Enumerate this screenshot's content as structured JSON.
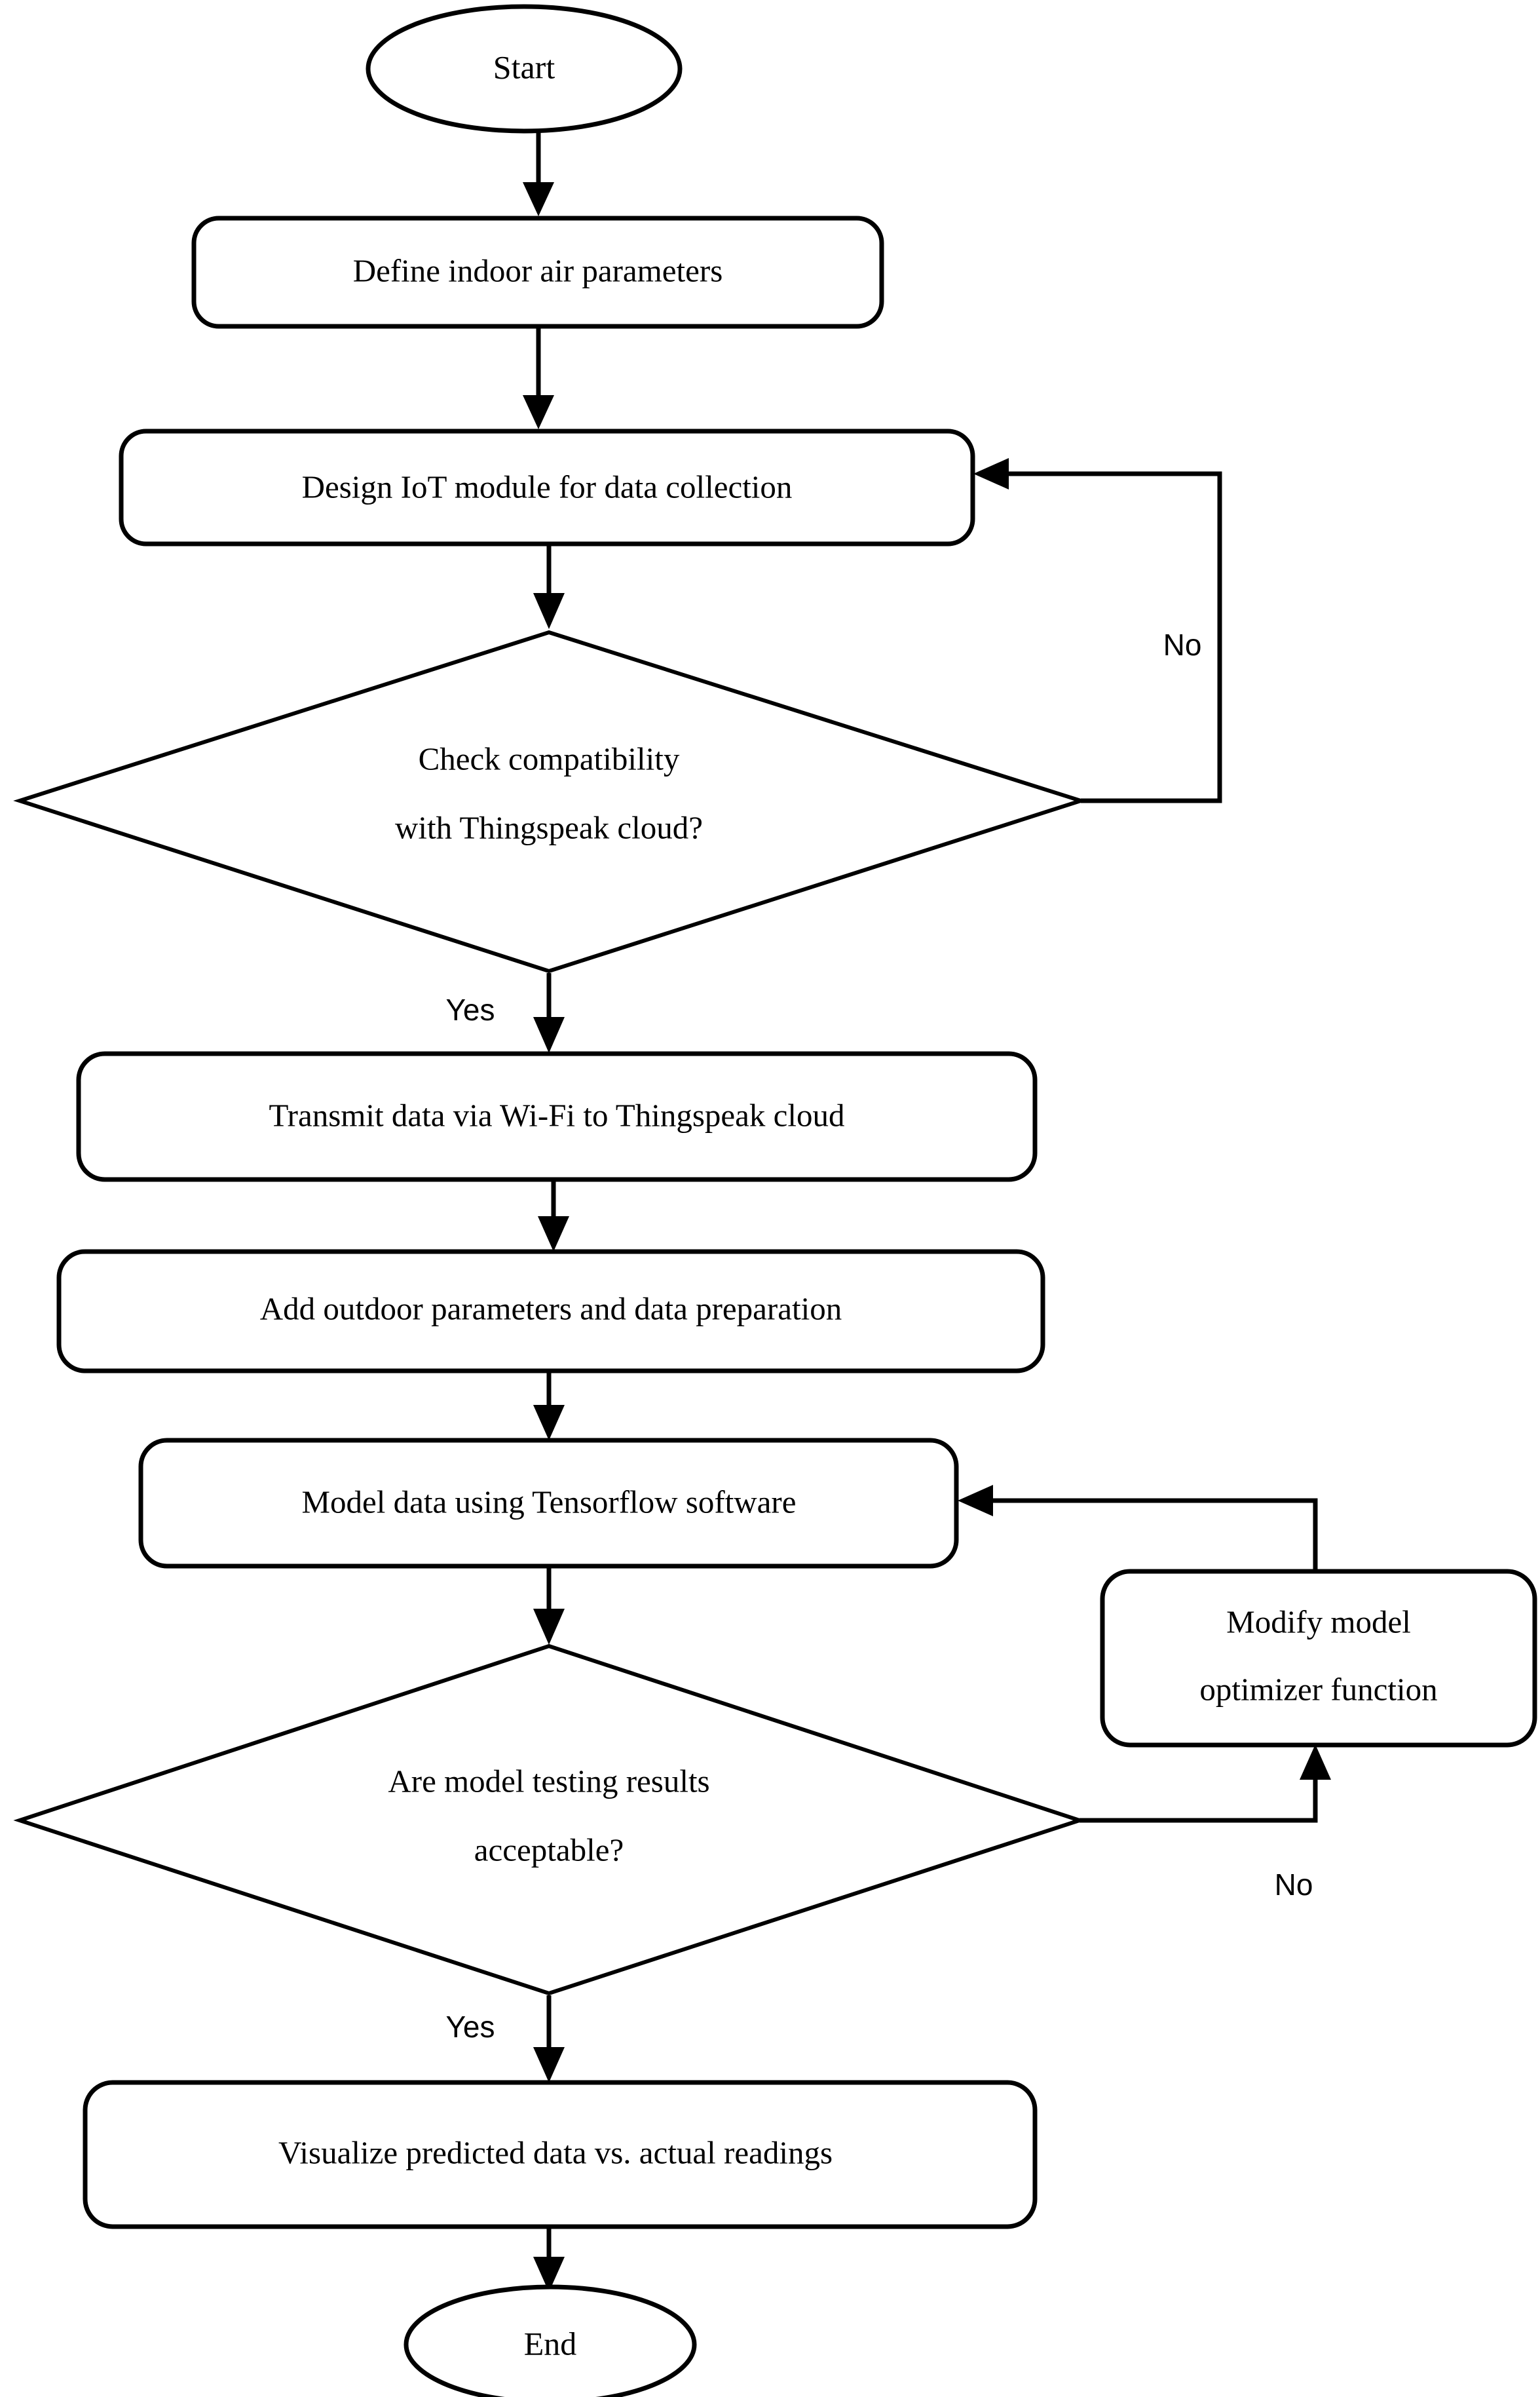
{
  "diagram": {
    "type": "flowchart",
    "orientation": "top-to-bottom",
    "background_color": "#ffffff",
    "line_color": "#000000",
    "text_color": "#000000",
    "nodes": [
      {
        "id": "start",
        "shape": "ellipse",
        "label": "Start"
      },
      {
        "id": "define",
        "shape": "rounded-rectangle",
        "label": "Define indoor air parameters"
      },
      {
        "id": "design",
        "shape": "rounded-rectangle",
        "label": "Design IoT module for data collection"
      },
      {
        "id": "check",
        "shape": "diamond",
        "label_line1": "Check compatibility",
        "label_line2": "with Thingspeak cloud?"
      },
      {
        "id": "transmit",
        "shape": "rounded-rectangle",
        "label": "Transmit data via Wi-Fi to Thingspeak cloud"
      },
      {
        "id": "addoutdoor",
        "shape": "rounded-rectangle",
        "label": "Add outdoor parameters and data preparation"
      },
      {
        "id": "model",
        "shape": "rounded-rectangle",
        "label": "Model data using Tensorflow software"
      },
      {
        "id": "modify",
        "shape": "rounded-rectangle",
        "label_line1": "Modify model",
        "label_line2": "optimizer function"
      },
      {
        "id": "testing",
        "shape": "diamond",
        "label_line1": "Are model testing results",
        "label_line2": "acceptable?"
      },
      {
        "id": "visualize",
        "shape": "rounded-rectangle",
        "label": "Visualize predicted data vs. actual readings"
      },
      {
        "id": "end",
        "shape": "ellipse",
        "label": "End"
      }
    ],
    "edge_labels": {
      "check_no": "No",
      "check_yes": "Yes",
      "testing_no": "No",
      "testing_yes": "Yes"
    },
    "edges": [
      {
        "from": "start",
        "to": "define",
        "label": ""
      },
      {
        "from": "define",
        "to": "design",
        "label": ""
      },
      {
        "from": "design",
        "to": "check",
        "label": ""
      },
      {
        "from": "check",
        "to": "design",
        "label": "No"
      },
      {
        "from": "check",
        "to": "transmit",
        "label": "Yes"
      },
      {
        "from": "transmit",
        "to": "addoutdoor",
        "label": ""
      },
      {
        "from": "addoutdoor",
        "to": "model",
        "label": ""
      },
      {
        "from": "model",
        "to": "testing",
        "label": ""
      },
      {
        "from": "testing",
        "to": "modify",
        "label": "No"
      },
      {
        "from": "modify",
        "to": "model",
        "label": ""
      },
      {
        "from": "testing",
        "to": "visualize",
        "label": "Yes"
      },
      {
        "from": "visualize",
        "to": "end",
        "label": ""
      }
    ]
  }
}
